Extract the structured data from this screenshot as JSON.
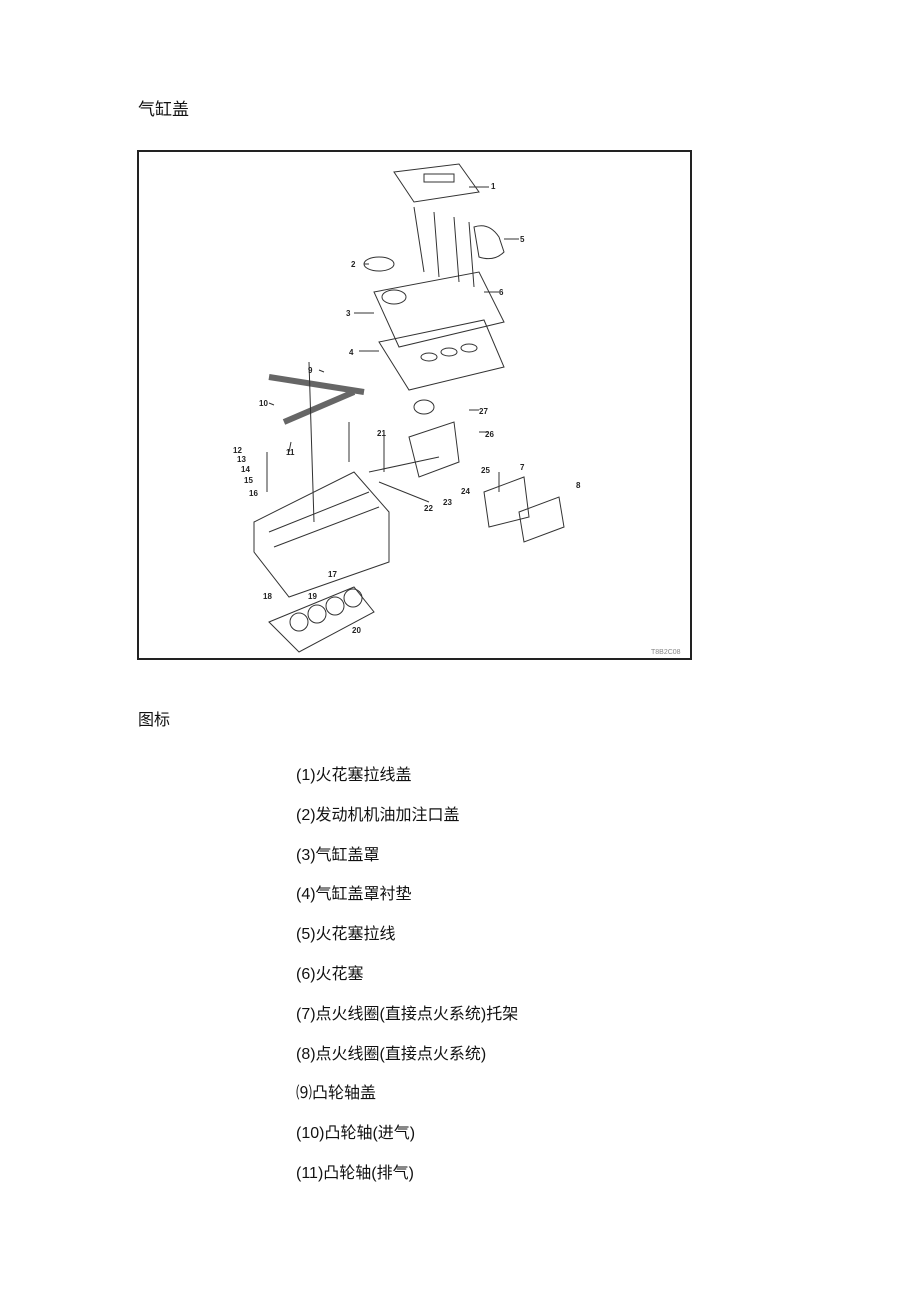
{
  "heading": "气缸盖",
  "figure": {
    "callouts": [
      "1",
      "2",
      "3",
      "4",
      "5",
      "6",
      "7",
      "8",
      "9",
      "10",
      "11",
      "12",
      "13",
      "14",
      "15",
      "16",
      "17",
      "18",
      "19",
      "20",
      "21",
      "22",
      "23",
      "24",
      "25",
      "26",
      "27"
    ],
    "code": "T8B2C08"
  },
  "legend_title": "图标",
  "legend": [
    "(1)火花塞拉线盖",
    "(2)发动机机油加注口盖",
    "(3)气缸盖罩",
    "(4)气缸盖罩衬垫",
    "(5)火花塞拉线",
    "(6)火花塞",
    "(7)点火线圈(直接点火系统)托架",
    "(8)点火线圈(直接点火系统)",
    "⑼凸轮轴盖",
    "(10)凸轮轴(进气)",
    "(11)凸轮轴(排气)"
  ]
}
